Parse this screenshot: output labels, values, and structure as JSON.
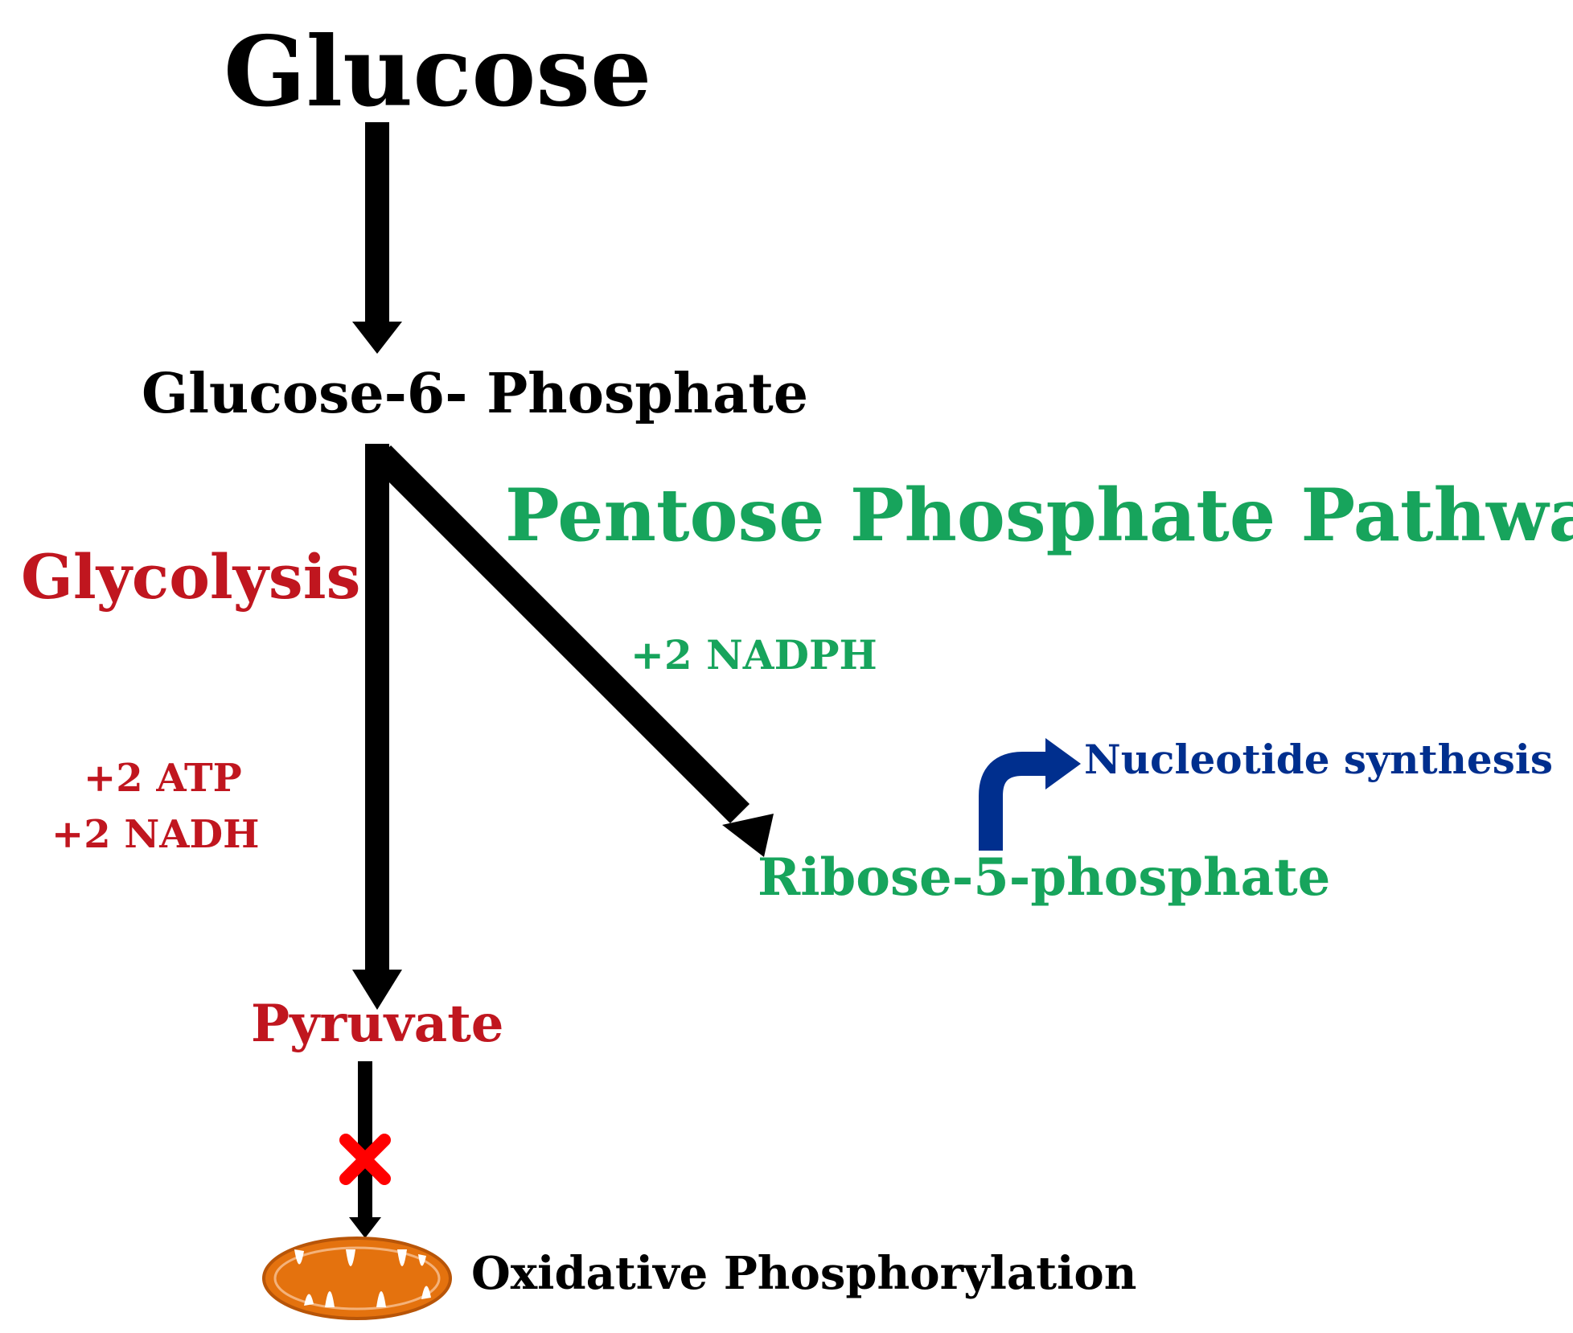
{
  "colors": {
    "black": "#000000",
    "glycolysis_red": "#c0161f",
    "ppp_green": "#17a45c",
    "nucleotide_blue": "#002f8e",
    "block_red": "#ff0000",
    "mitochondrion_orange": "#e4720e"
  },
  "nodes": {
    "glucose": "Glucose",
    "g6p": "Glucose-6- Phosphate",
    "ppp": "Pentose Phosphate Pathway",
    "glycolysis": "Glycolysis",
    "nadph": "+2 NADPH",
    "atp": "+2 ATP",
    "nadh": "+2 NADH",
    "nucleotide": "Nucleotide synthesis",
    "r5p": "Ribose-5-phosphate",
    "pyruvate": "Pyruvate",
    "oxphos": "Oxidative Phosphorylation"
  },
  "icons": {
    "block": "x-mark-icon",
    "mitochondrion": "mitochondrion-icon",
    "turn_arrow": "bent-arrow-icon"
  }
}
